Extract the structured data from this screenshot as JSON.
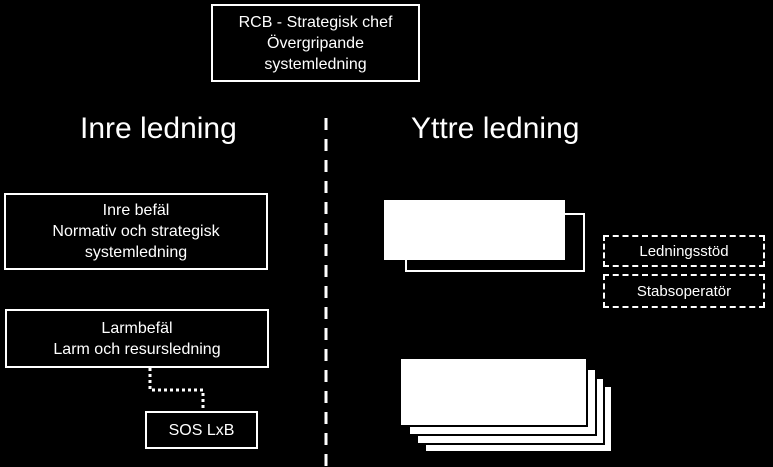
{
  "top_box": {
    "lines": [
      "RCB - Strategisk chef",
      "Övergripande",
      "systemledning"
    ]
  },
  "headings": {
    "inner": "Inre ledning",
    "outer": "Yttre ledning"
  },
  "inner_commander": {
    "lines": [
      "Inre befäl",
      "Normativ och strategisk",
      "systemledning"
    ]
  },
  "alarm_commander": {
    "lines": [
      "Larmbefäl",
      "Larm och resursledning"
    ]
  },
  "sos_box": {
    "label": "SOS LxB"
  },
  "support_boxes": {
    "management_support": "Ledningsstöd",
    "staff_operator": "Stabsoperatör"
  }
}
